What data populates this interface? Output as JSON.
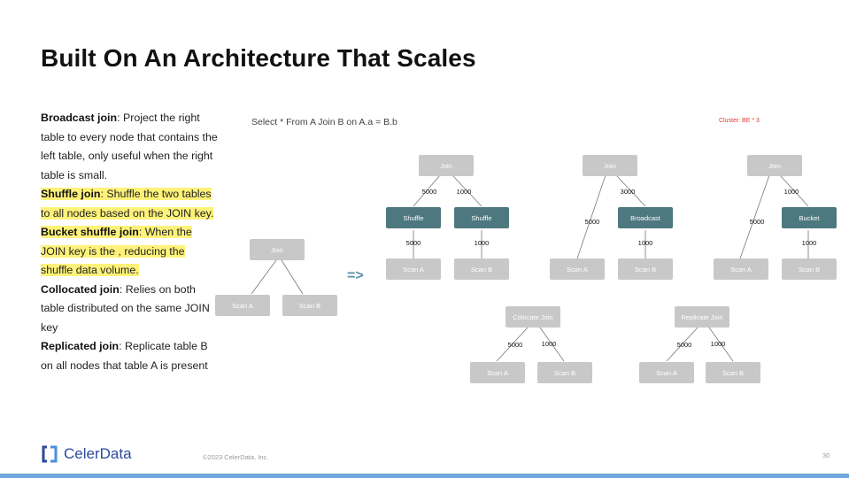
{
  "title": "Built On An Architecture That Scales",
  "left_text": {
    "broadcast": {
      "label": "Broadcast join",
      "text": ": Project the right table to every node that contains the left table, only useful when the right table is small."
    },
    "shuffle": {
      "label": "Shuffle join",
      "text": ": Shuffle the two tables to all nodes based on the JOIN key."
    },
    "bucket": {
      "label": "Bucket shuffle join",
      "text": ": When the JOIN key is the , reducing the shuffle data volume."
    },
    "collocated": {
      "label": "Collocated join",
      "text": ": Relies on both table distributed on the same JOIN key"
    },
    "replicated": {
      "label": "Replicated join",
      "text": ": Replicate table B on all nodes that table A is present"
    }
  },
  "diagram": {
    "query": "Select * From A Join B on A.a = B.b",
    "cluster": "Cluster: BE * 3",
    "arrow": "=>",
    "base": {
      "join": "Join",
      "scan_a": "Scan A",
      "scan_b": "Scan B"
    },
    "shuffle_plan": {
      "join": "Join",
      "shuffle_a": "Shuffle",
      "shuffle_b": "Shuffle",
      "scan_a": "Scan A",
      "scan_b": "Scan B",
      "n1": "5000",
      "n2": "1000",
      "n3": "5000",
      "n4": "1000"
    },
    "broadcast_plan": {
      "join": "Join",
      "broadcast": "Broadcast",
      "scan_a": "Scan A",
      "scan_b": "Scan B",
      "n1": "5000",
      "n2": "3000",
      "n3": "1000"
    },
    "bucket_plan": {
      "join": "Join",
      "bucket": "Bucket",
      "scan_a": "Scan A",
      "scan_b": "Scan B",
      "n1": "5000",
      "n2": "1000",
      "n3": "1000"
    },
    "colocate_plan": {
      "join": "Colocate Join",
      "scan_a": "Scan A",
      "scan_b": "Scan B",
      "n1": "5000",
      "n2": "1000"
    },
    "replicate_plan": {
      "join": "Replicate Join",
      "scan_a": "Scan A",
      "scan_b": "Scan B",
      "n1": "5000",
      "n2": "1000"
    }
  },
  "footer": {
    "logo": "CelerData",
    "copyright": "©2023 CelerData, Inc.",
    "page": "30"
  },
  "colors": {
    "highlight": "#fff27a",
    "teal_node": "#4e7880",
    "gray_node": "#c8c8c8",
    "cluster_red": "#e53935",
    "bottom_bar": "#6fa8dc"
  }
}
